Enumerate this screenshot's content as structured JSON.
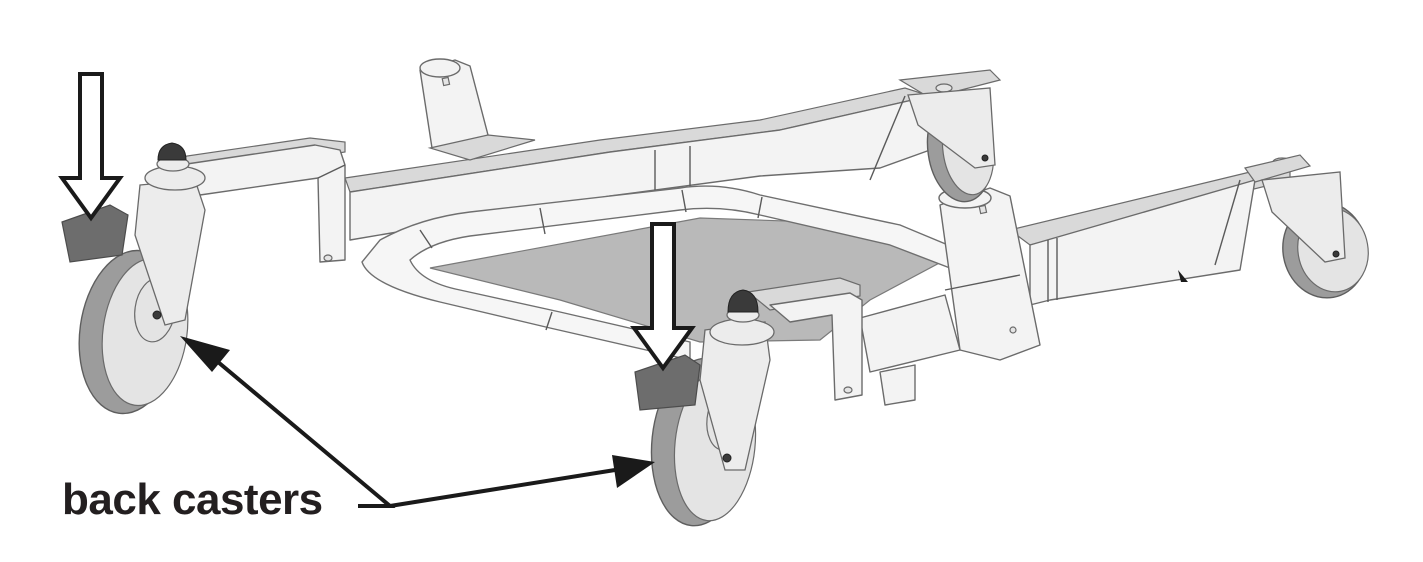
{
  "figure": {
    "subject": "mobile base frame with four casters",
    "callouts": [
      {
        "id": "push-arrow-left",
        "type": "hollow-down-arrow",
        "target": "left back caster brake pedal"
      },
      {
        "id": "push-arrow-center",
        "type": "hollow-down-arrow",
        "target": "center back caster brake pedal"
      }
    ],
    "label": {
      "text": "back casters",
      "leaders": [
        "left back caster",
        "center back caster"
      ]
    },
    "colors": {
      "background": "#ffffff",
      "line": "#1a1a1a",
      "frame_fill": "#f3f3f3",
      "tray_fill": "#b9b9b9",
      "brake_pedal": "#6d6d6d",
      "tire": "#9c9c9c",
      "label_text": "#231f20"
    }
  }
}
